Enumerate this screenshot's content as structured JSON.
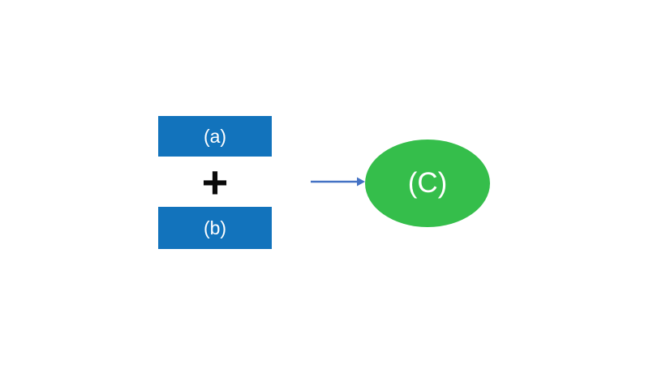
{
  "diagram": {
    "description": "Two blue input boxes combined with a plus operator, arrow pointing to a green result ellipse",
    "box_a": {
      "label": "(a)",
      "shape": "rectangle"
    },
    "operator": {
      "label": "+"
    },
    "box_b": {
      "label": "(b)",
      "shape": "rectangle"
    },
    "arrow": {
      "direction": "right"
    },
    "result": {
      "label": "(C)",
      "shape": "ellipse"
    }
  },
  "colors": {
    "box_fill": "#1273bc",
    "box_text": "#ffffff",
    "operator_text": "#0a0a0a",
    "arrow_stroke": "#4472c4",
    "ellipse_fill": "#35be4b",
    "ellipse_text": "#ffffff",
    "background": "#ffffff"
  }
}
